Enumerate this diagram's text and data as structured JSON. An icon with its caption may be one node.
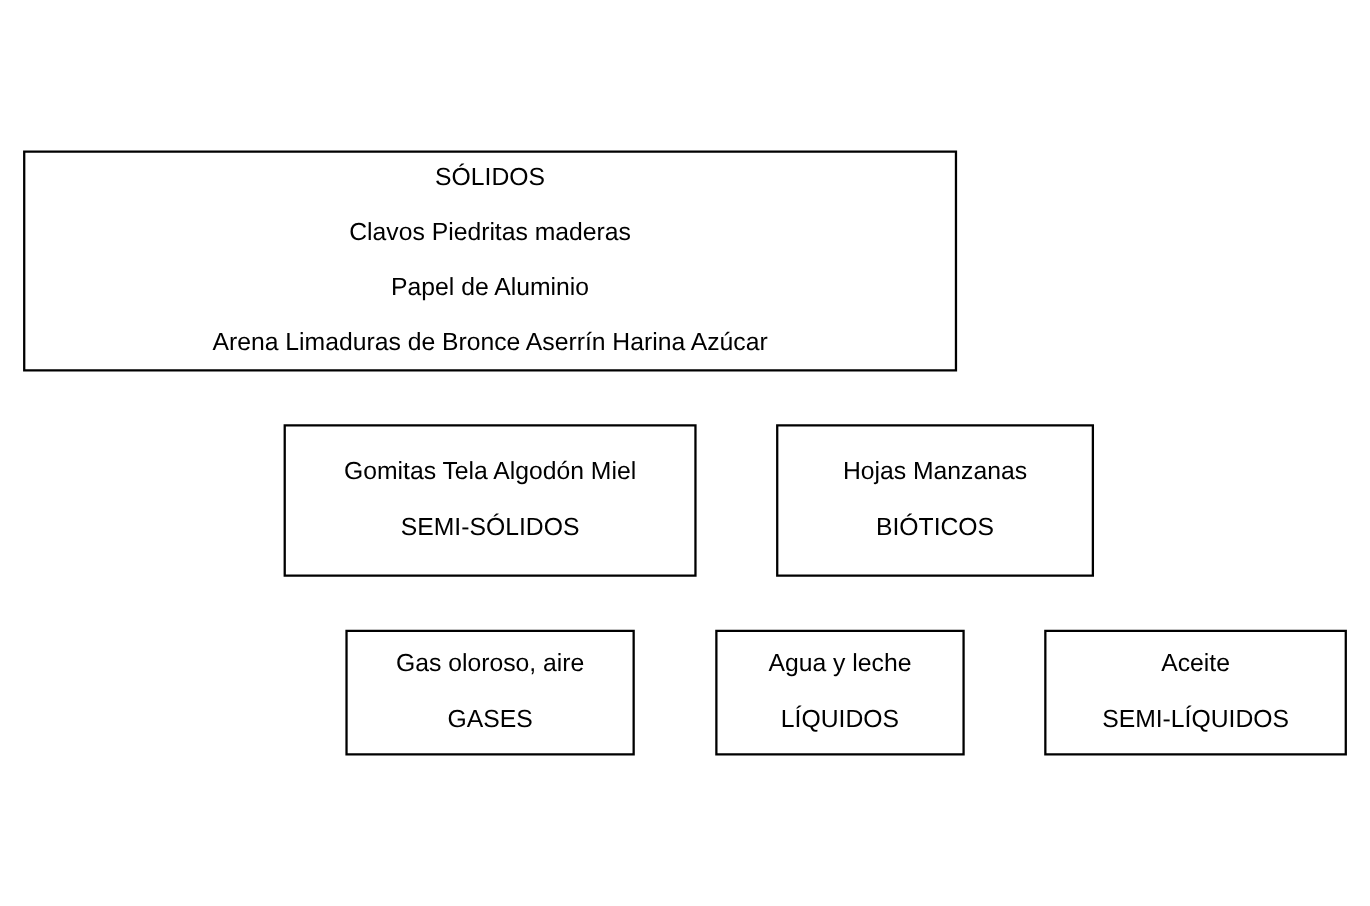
{
  "diagram": {
    "nodes": [
      {
        "text": [
          "SÓLIDOS",
          "Clavos Piedritas maderas",
          "Papel de Aluminio",
          "Arena Limaduras de Bronce Aserrín Harina Azúcar"
        ]
      },
      {
        "text": [
          "Gomitas Tela Algodón Miel",
          "SEMI-SÓLIDOS"
        ]
      },
      {
        "text": [
          "Hojas Manzanas",
          "BIÓTICOS"
        ]
      },
      {
        "text": [
          "Gas oloroso, aire",
          "GASES"
        ]
      },
      {
        "text": [
          "Agua y leche",
          "LÍQUIDOS"
        ]
      },
      {
        "text": [
          "Aceite",
          "SEMI-LÍQUIDOS"
        ]
      }
    ],
    "edges": []
  }
}
